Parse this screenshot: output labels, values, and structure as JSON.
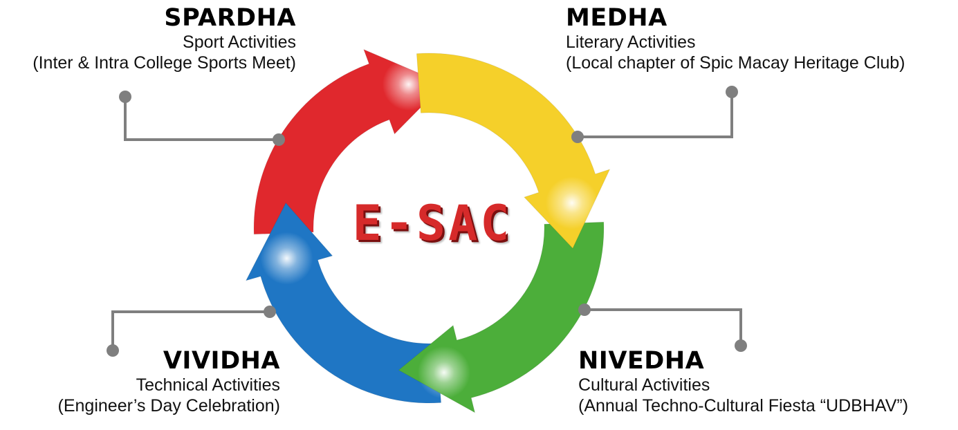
{
  "center": {
    "logo_text": "E-SAC"
  },
  "sections": {
    "spardha": {
      "title": "SPARDHA",
      "subtitle": "Sport Activities",
      "detail": "(Inter & Intra College Sports Meet)",
      "color": "#e0282d"
    },
    "medha": {
      "title": "MEDHA",
      "subtitle": "Literary Activities",
      "detail": "(Local chapter of Spic Macay Heritage Club)",
      "color": "#f5d02a"
    },
    "nivedha": {
      "title": "NIVEDHA",
      "subtitle": "Cultural Activities",
      "detail": "(Annual Techno-Cultural Fiesta “UDBHAV”)",
      "color": "#4cae3a"
    },
    "vividha": {
      "title": "VIVIDHA",
      "subtitle": "Technical Activities",
      "detail": "(Engineer’s Day Celebration)",
      "color": "#1f76c4"
    }
  },
  "connector_color": "#7f7f7f"
}
